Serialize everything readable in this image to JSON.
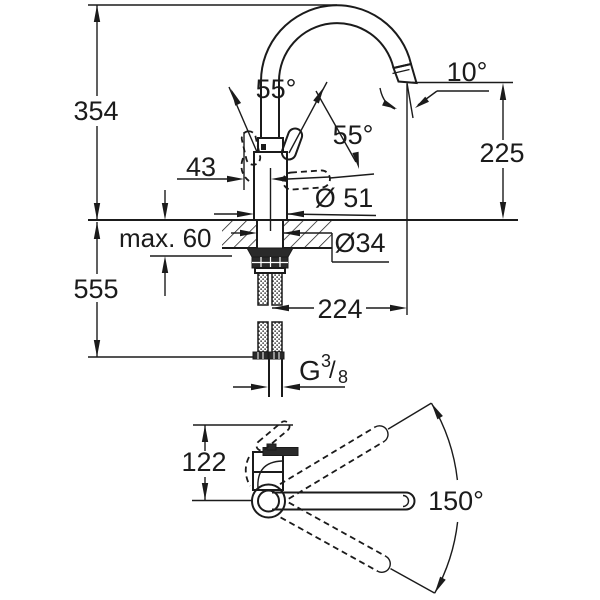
{
  "drawing": {
    "kind": "faucet technical dimension drawing",
    "colors": {
      "line": "#1b1b1b",
      "background": "#ffffff"
    }
  },
  "labels": {
    "total_height": "354",
    "below_counter_depth": "555",
    "max_counter_thickness": "max. 60",
    "handle_offset": "43",
    "body_diameter": "Ø 51",
    "shank_diameter": "Ø34",
    "spout_reach": "224",
    "outlet_height": "225",
    "outlet_angle": "10°",
    "lever_angle_front": "55°",
    "lever_angle_side": "55°",
    "plan_handle_depth": "122",
    "swivel_range": "150°",
    "thread": {
      "prefix": "G",
      "numerator": "3",
      "slash": "/",
      "denominator": "8"
    }
  }
}
